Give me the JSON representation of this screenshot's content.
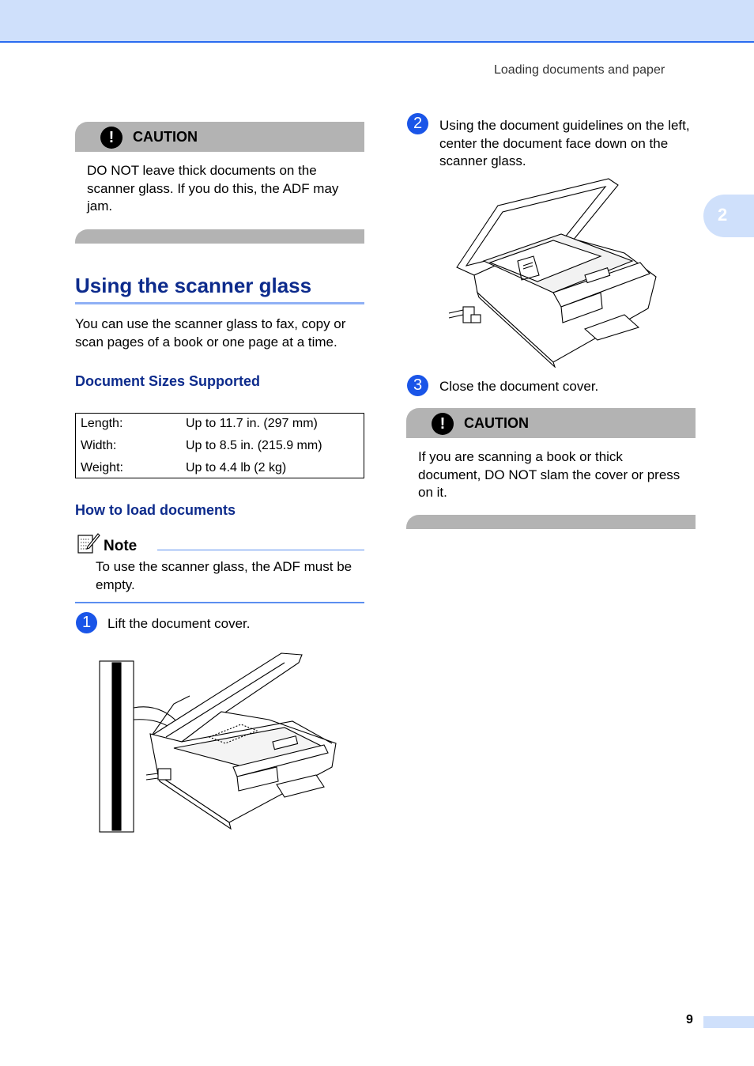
{
  "header": {
    "running_title": "Loading documents and paper",
    "chapter_number": "2"
  },
  "caution1": {
    "label": "CAUTION",
    "text": "DO NOT leave thick documents on the scanner glass. If you do this, the ADF may jam."
  },
  "section": {
    "title": "Using the scanner glass",
    "intro": "You can use the scanner glass to fax, copy or scan pages of a book or one page at a time."
  },
  "sizes": {
    "heading": "Document Sizes Supported",
    "rows": [
      {
        "key": "Length:",
        "value": "Up to 11.7 in. (297 mm)"
      },
      {
        "key": "Width:",
        "value": "Up to 8.5 in. (215.9 mm)"
      },
      {
        "key": "Weight:",
        "value": "Up to 4.4 lb (2 kg)"
      }
    ]
  },
  "load": {
    "heading": "How to load documents"
  },
  "note": {
    "label": "Note",
    "text": "To use the scanner glass, the ADF must be empty."
  },
  "steps": [
    {
      "number": "1",
      "text": "Lift the document cover."
    },
    {
      "number": "2",
      "text": "Using the document guidelines on the left, center the document face down on the scanner glass."
    },
    {
      "number": "3",
      "text": "Close the document cover."
    }
  ],
  "caution2": {
    "label": "CAUTION",
    "text": "If you are scanning a book or thick document, DO NOT slam the cover or press on it."
  },
  "footer": {
    "page_number": "9"
  }
}
